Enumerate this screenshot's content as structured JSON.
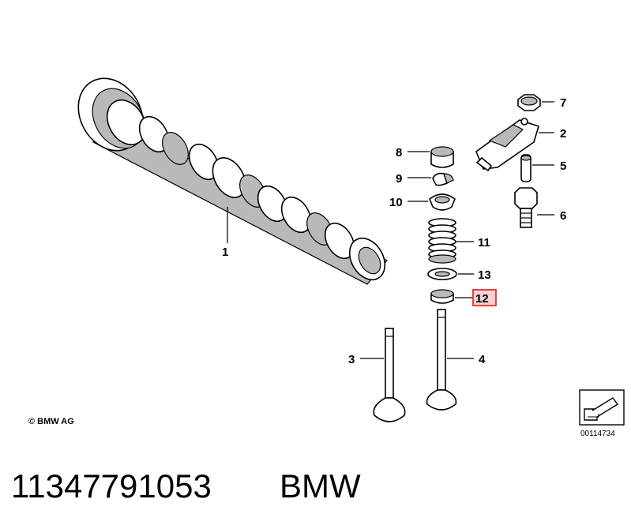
{
  "copyright": "© BMW AG",
  "image_number": "00114734",
  "part_number": "11347791053",
  "brand": "BMW",
  "callouts": {
    "c1": "1",
    "c2": "2",
    "c3": "3",
    "c4": "4",
    "c5": "5",
    "c6": "6",
    "c7": "7",
    "c8": "8",
    "c9": "9",
    "c10": "10",
    "c11": "11",
    "c12": "12",
    "c13": "13"
  },
  "colors": {
    "highlight_box": "#e0312e",
    "highlight_fill": "#f6d2d2"
  }
}
